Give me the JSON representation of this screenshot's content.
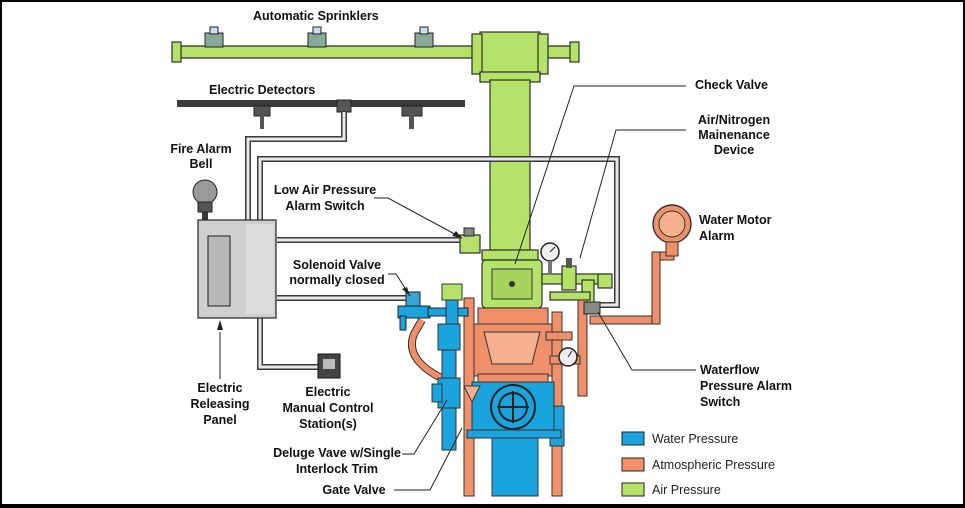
{
  "labels": {
    "automatic_sprinklers": "Automatic Sprinklers",
    "electric_detectors": "Electric Detectors",
    "check_valve": "Check Valve",
    "air_nitrogen_line1": "Air/Nitrogen",
    "air_nitrogen_line2": "Mainenance",
    "air_nitrogen_line3": "Device",
    "fire_alarm_bell_line1": "Fire Alarm",
    "fire_alarm_bell_line2": "Bell",
    "low_air_line1": "Low Air Pressure",
    "low_air_line2": "Alarm Switch",
    "water_motor_line1": "Water Motor",
    "water_motor_line2": "Alarm",
    "solenoid_line1": "Solenoid Valve",
    "solenoid_line2": "normally closed",
    "releasing_panel_line1": "Electric",
    "releasing_panel_line2": "Releasing",
    "releasing_panel_line3": "Panel",
    "manual_station_line1": "Electric",
    "manual_station_line2": "Manual Control",
    "manual_station_line3": "Station(s)",
    "waterflow_line1": "Waterflow",
    "waterflow_line2": "Pressure Alarm",
    "waterflow_line3": "Switch",
    "deluge_line1": "Deluge Vave w/Single",
    "deluge_line2": "Interlock Trim",
    "gate_valve": "Gate Valve"
  },
  "legend": {
    "items": [
      {
        "label": "Water Pressure",
        "color": "#1aa3dc"
      },
      {
        "label": "Atmospheric Pressure",
        "color": "#f0906a"
      },
      {
        "label": "Air Pressure",
        "color": "#b5e36a"
      }
    ]
  },
  "colors": {
    "water": "#1aa3dc",
    "atmospheric": "#f0906a",
    "air": "#b5e36a",
    "wiring": "#3a3a3a"
  }
}
